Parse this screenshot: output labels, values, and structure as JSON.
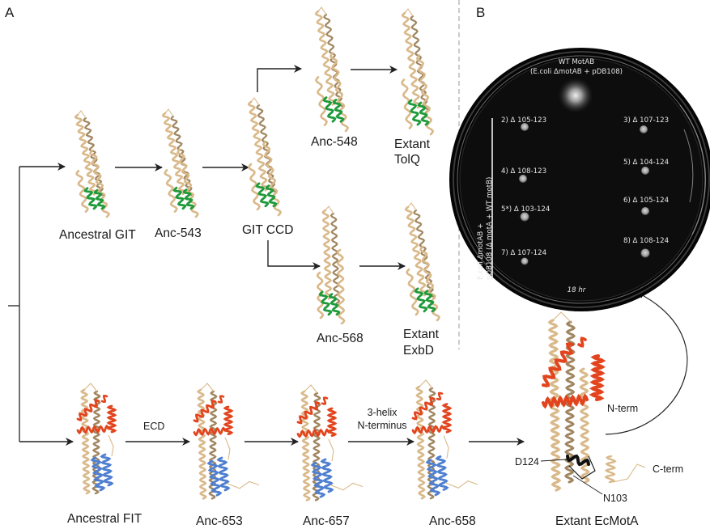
{
  "panels": {
    "a": {
      "letter": "A"
    },
    "b": {
      "letter": "B"
    }
  },
  "git_branch": {
    "nodes": [
      {
        "label": "Ancestral GIT"
      },
      {
        "label": "Anc-543"
      },
      {
        "label": "GIT CCD"
      },
      {
        "label": "Anc-548"
      },
      {
        "label": "Extant",
        "label2": "TolQ"
      },
      {
        "label": "Anc-568"
      },
      {
        "label": "Extant",
        "label2": "ExbD"
      }
    ]
  },
  "fit_branch": {
    "nodes": [
      {
        "label": "Ancestral FIT"
      },
      {
        "label": "Anc-653"
      },
      {
        "label": "Anc-657"
      },
      {
        "label": "Anc-658"
      },
      {
        "label": "Extant EcMotA"
      }
    ],
    "edge_labels": {
      "ecd": "ECD",
      "three_helix_1": "3-helix",
      "three_helix_2": "N-terminus"
    },
    "annotations": {
      "n_term": "N-term",
      "c_term": "C-term",
      "d124": "D124",
      "n103": "N103"
    }
  },
  "plate": {
    "wt_title": "WT MotAB",
    "wt_subtitle": "(E.coli ΔmotAB + pDB108)",
    "side_label_1": "E.coli ΔmotAB +",
    "side_label_2": "pDB108 (Δ motA + WT motB)",
    "time": "18 hr",
    "spots_left": [
      {
        "label": "2) Δ 105-123"
      },
      {
        "label": "4) Δ 108-123"
      },
      {
        "label": "5*) Δ 103-124"
      },
      {
        "label": "7) Δ 107-124"
      }
    ],
    "spots_right": [
      {
        "label": "3) Δ 107-123"
      },
      {
        "label": "5) Δ 104-124"
      },
      {
        "label": "6) Δ 105-124"
      },
      {
        "label": "8) Δ 108-124"
      }
    ]
  },
  "colors": {
    "helix_tan": "#d9b98a",
    "helix_shadow": "#a08660",
    "git_green": "#1f9a3a",
    "fit_red": "#e2451e",
    "fit_blue": "#4f7fd0",
    "active_black": "#111111",
    "plate_dark": "#0c0c0c",
    "arrow": "#222222"
  }
}
